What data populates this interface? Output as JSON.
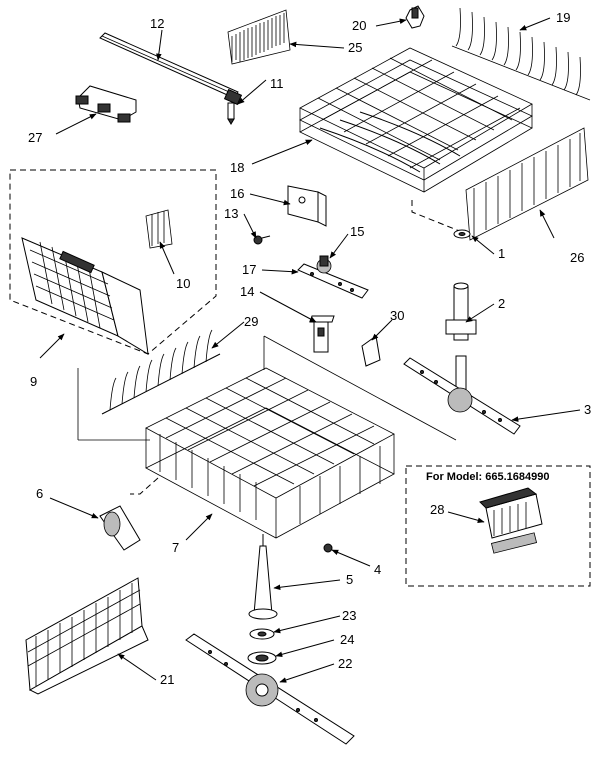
{
  "callouts": {
    "c1": "1",
    "c2": "2",
    "c3": "3",
    "c4": "4",
    "c5": "5",
    "c6": "6",
    "c7": "7",
    "c9": "9",
    "c10": "10",
    "c11": "11",
    "c12": "12",
    "c13": "13",
    "c14": "14",
    "c15": "15",
    "c16": "16",
    "c17": "17",
    "c18": "18",
    "c19": "19",
    "c20": "20",
    "c21": "21",
    "c22": "22",
    "c23": "23",
    "c24": "24",
    "c25": "25",
    "c26": "26",
    "c27": "27",
    "c28": "28",
    "c29": "29",
    "c30": "30"
  },
  "model_box": {
    "label": "For Model: 665.1684990"
  }
}
